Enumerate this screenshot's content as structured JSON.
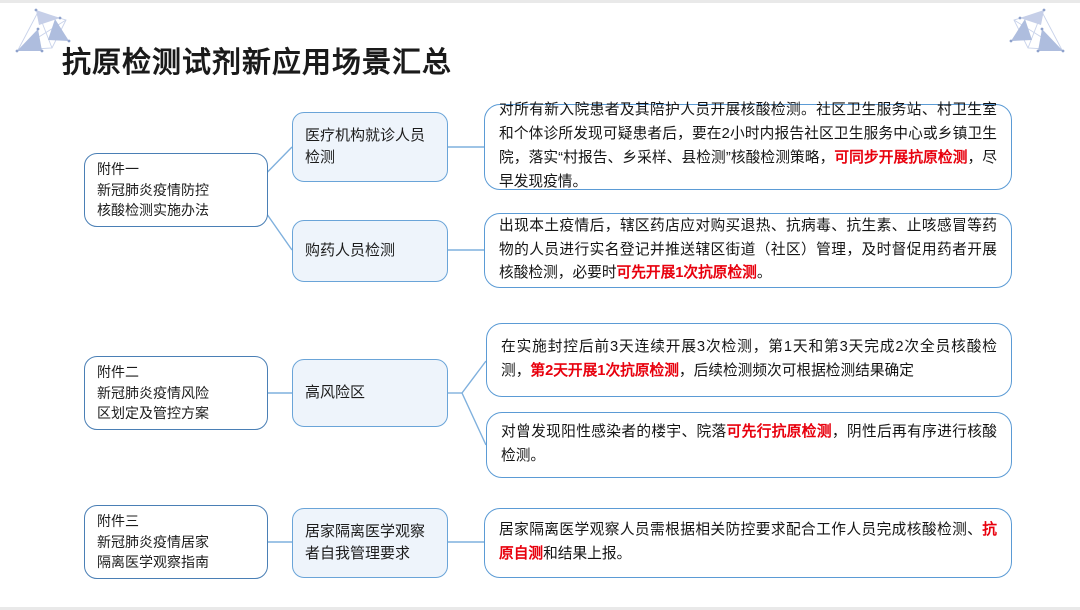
{
  "slide": {
    "title": "抗原检测试剂新应用场景汇总",
    "accent_color": "#5b9bd5",
    "highlight_color": "#e8000d",
    "level2_fill": "#eef4fb",
    "background": "#ffffff"
  },
  "decor": {
    "top_left_icon": "triangle-node-cluster-icon",
    "top_right_icon": "triangle-node-cluster-icon",
    "motif_fill": "#aebdde",
    "motif_fill_light": "#c6cfe8"
  },
  "documents": [
    {
      "id": "attachment-1",
      "label": "附件一\n新冠肺炎疫情防控\n核酸检测实施办法"
    },
    {
      "id": "attachment-2",
      "label": "附件二\n新冠肺炎疫情风险\n区划定及管控方案"
    },
    {
      "id": "attachment-3",
      "label": "附件三\n新冠肺炎疫情居家\n隔离医学观察指南"
    }
  ],
  "scenarios": [
    {
      "id": "scenario-medical-visitors",
      "label": "医疗机构就诊人员\n检测"
    },
    {
      "id": "scenario-drug-buyers",
      "label": "购药人员检测"
    },
    {
      "id": "scenario-high-risk-area",
      "label": "高风险区"
    },
    {
      "id": "scenario-home-quarantine",
      "label": "居家隔离医学观察\n者自我管理要求"
    }
  ],
  "details": [
    {
      "id": "detail-medical-visitors",
      "segments": [
        {
          "text": "对所有新入院患者及其陪护人员开展核酸检测。社区卫生服务站、村卫生室和个体诊所发现可疑患者后，要在2小时内报告社区卫生服务中心或乡镇卫生院，落实“村报告、乡采样、县检测”核酸检测策略，",
          "highlight": false
        },
        {
          "text": "可同步开展抗原检测",
          "highlight": true
        },
        {
          "text": "，尽早发现疫情。",
          "highlight": false
        }
      ]
    },
    {
      "id": "detail-drug-buyers",
      "segments": [
        {
          "text": "出现本土疫情后，辖区药店应对购买退热、抗病毒、抗生素、止咳感冒等药物的人员进行实名登记并推送辖区街道（社区）管理，及时督促用药者开展核酸检测，必要时",
          "highlight": false
        },
        {
          "text": "可先开展1次抗原检测",
          "highlight": true
        },
        {
          "text": "。",
          "highlight": false
        }
      ]
    },
    {
      "id": "detail-high-risk-schedule",
      "segments": [
        {
          "text": "在实施封控后前3天连续开展3次检测，第1天和第3天完成2次全员核酸检测，",
          "highlight": false
        },
        {
          "text": "第2天开展1次抗原检测",
          "highlight": true
        },
        {
          "text": "，后续检测频次可根据检测结果确定",
          "highlight": false
        }
      ]
    },
    {
      "id": "detail-high-risk-buildings",
      "segments": [
        {
          "text": "对曾发现阳性感染者的楼宇、院落",
          "highlight": false
        },
        {
          "text": "可先行抗原检测",
          "highlight": true
        },
        {
          "text": "，阴性后再有序进行核酸检测。",
          "highlight": false
        }
      ]
    },
    {
      "id": "detail-home-quarantine",
      "segments": [
        {
          "text": "居家隔离医学观察人员需根据相关防控要求配合工作人员完成核酸检测、",
          "highlight": false
        },
        {
          "text": "抗原自测",
          "highlight": true
        },
        {
          "text": "和结果上报。",
          "highlight": false
        }
      ]
    }
  ]
}
